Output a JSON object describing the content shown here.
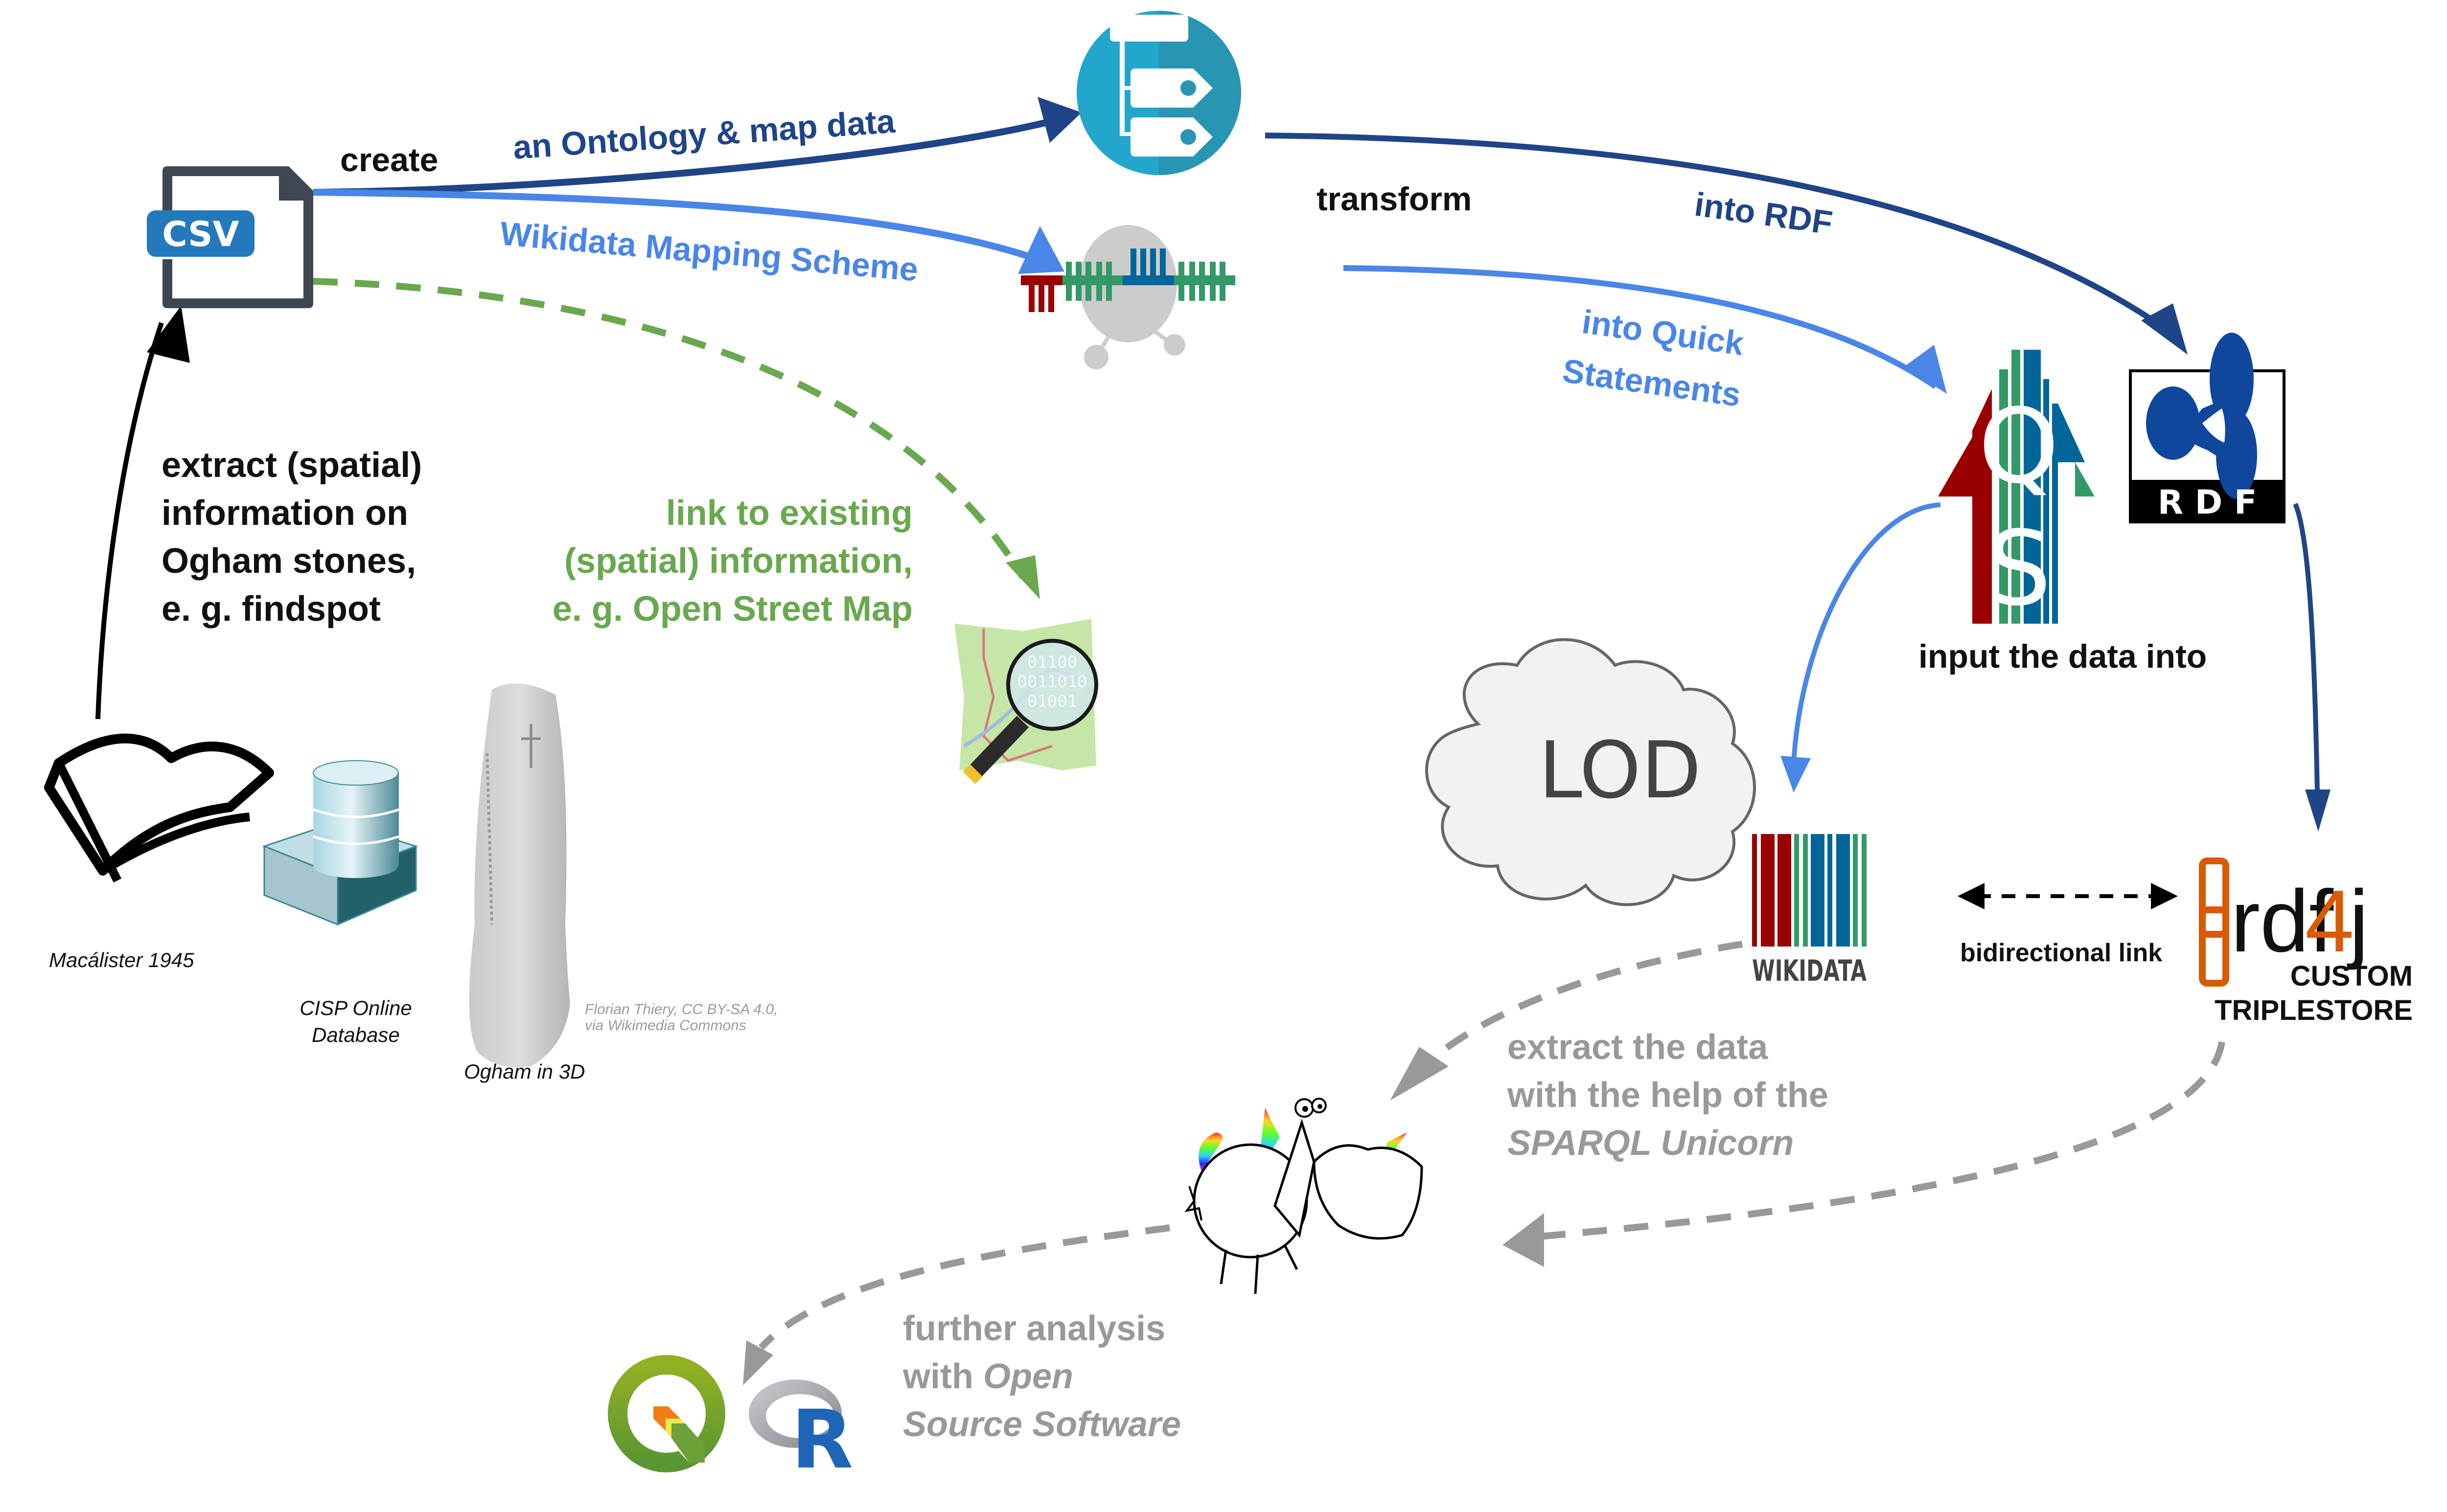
{
  "colors": {
    "dark_blue": "#1f4488",
    "light_blue": "#4a86e8",
    "green": "#6aa84f",
    "gray": "#999999",
    "black": "#000000",
    "wikidata_red": "#990000",
    "wikidata_green": "#339966",
    "wikidata_blue": "#006699",
    "rdf4j_orange": "#d95a00",
    "rdf_blue": "#0f479c",
    "csv_blue": "#2479bd",
    "csv_frame": "#3d4651",
    "ontology_teal_light": "#22a6cc",
    "ontology_teal_dark": "#2896b3",
    "cloud_fill": "#f2f2f2",
    "cloud_stroke": "#666666"
  },
  "nodes": {
    "csv": {
      "label": "CSV",
      "icon": "csv-file-icon"
    },
    "ontology": {
      "icon": "ontology-tags-icon"
    },
    "mapping": {
      "icon": "wikidata-mapping-icon"
    },
    "quickstatements": {
      "letters": [
        "Q",
        "S"
      ],
      "icon": "quickstatements-icon"
    },
    "rdf": {
      "label": "R D F",
      "icon": "rdf-logo-icon"
    },
    "osm": {
      "binary": [
        "01100",
        "0011010",
        "01001"
      ],
      "icon": "openstreetmap-icon"
    },
    "lod_cloud": {
      "label": "LOD",
      "icon": "cloud-icon"
    },
    "wikidata": {
      "label": "WIKIDATA",
      "icon": "wikidata-barcode-icon"
    },
    "rdf4j": {
      "label_rdf": "rdf",
      "label_4": "4",
      "label_j": "j",
      "caption_lines": [
        "CUSTOM",
        "TRIPLESTORE"
      ],
      "icon": "rdf4j-chain-icon"
    },
    "unicorn": {
      "icon": "sparql-unicorn-icon"
    },
    "qgis": {
      "icon": "qgis-logo-icon"
    },
    "r_logo": {
      "label": "R",
      "icon": "r-logo-icon"
    },
    "book": {
      "caption": "Macálister 1945",
      "icon": "open-book-icon"
    },
    "database": {
      "caption_lines": [
        "CISP Online",
        "Database"
      ],
      "icon": "database-icon"
    },
    "ogham_stone": {
      "caption": "Ogham in 3D",
      "credit_lines": [
        "Florian Thiery, CC BY-SA 4.0,",
        "via Wikimedia Commons"
      ],
      "icon": "ogham-stone-3d-icon"
    }
  },
  "labels": {
    "create": "create",
    "ontology_map": "an Ontology & map data",
    "wikidata_mapping": "Wikidata Mapping Scheme",
    "transform": "transform",
    "into_rdf": "into RDF",
    "into_qs_lines": [
      "into Quick",
      "Statements"
    ],
    "extract_lines": [
      "extract (spatial)",
      "information on",
      "Ogham stones,",
      "e. g. findspot"
    ],
    "link_existing_lines": [
      "link to existing",
      "(spatial) information,",
      "e. g. Open Street Map"
    ],
    "input_data": "input the data into",
    "bidirectional": "bidirectional link",
    "extract_data_lines": [
      "extract the data",
      "with the help of the"
    ],
    "sparql_unicorn": "SPARQL Unicorn",
    "further_lines": [
      "further analysis",
      "with "
    ],
    "open_word": "Open",
    "source_software": "Source Software"
  }
}
